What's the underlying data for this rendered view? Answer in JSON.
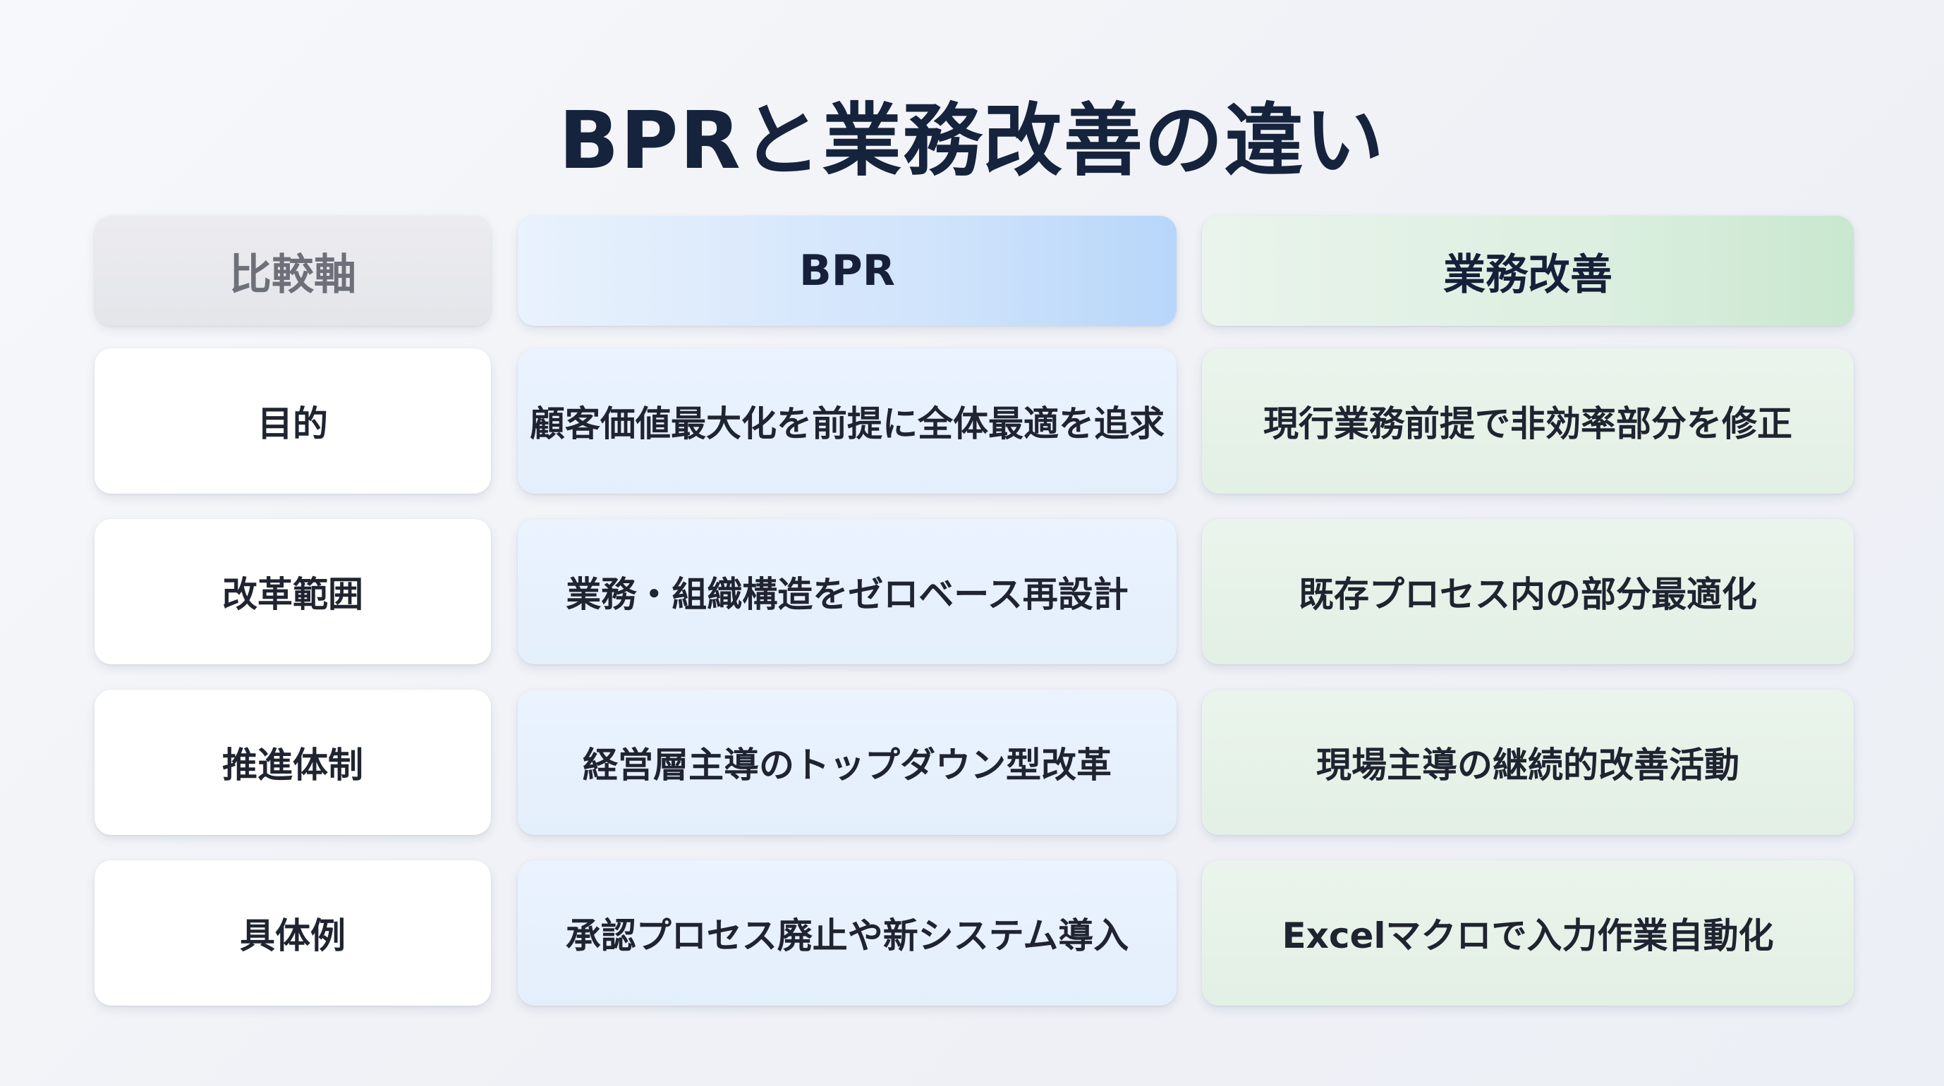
{
  "title": "BPRと業務改善の違い",
  "header": {
    "axis": "比較軸",
    "bpr": "BPR",
    "improvement": "業務改善"
  },
  "rows": [
    {
      "axis": "目的",
      "bpr": "顧客価値最大化を前提に全体最適を追求",
      "improvement": "現行業務前提で非効率部分を修正"
    },
    {
      "axis": "改革範囲",
      "bpr": "業務・組織構造をゼロベース再設計",
      "improvement": "既存プロセス内の部分最適化"
    },
    {
      "axis": "推進体制",
      "bpr": "経営層主導のトップダウン型改革",
      "improvement": "現場主導の継続的改善活動"
    },
    {
      "axis": "具体例",
      "bpr": "承認プロセス廃止や新システム導入",
      "improvement": "Excelマクロで入力作業自動化"
    }
  ],
  "colors": {
    "title": "#16233d",
    "bpr_accent": "#b7d6fa",
    "improvement_accent": "#c9e7cf"
  }
}
